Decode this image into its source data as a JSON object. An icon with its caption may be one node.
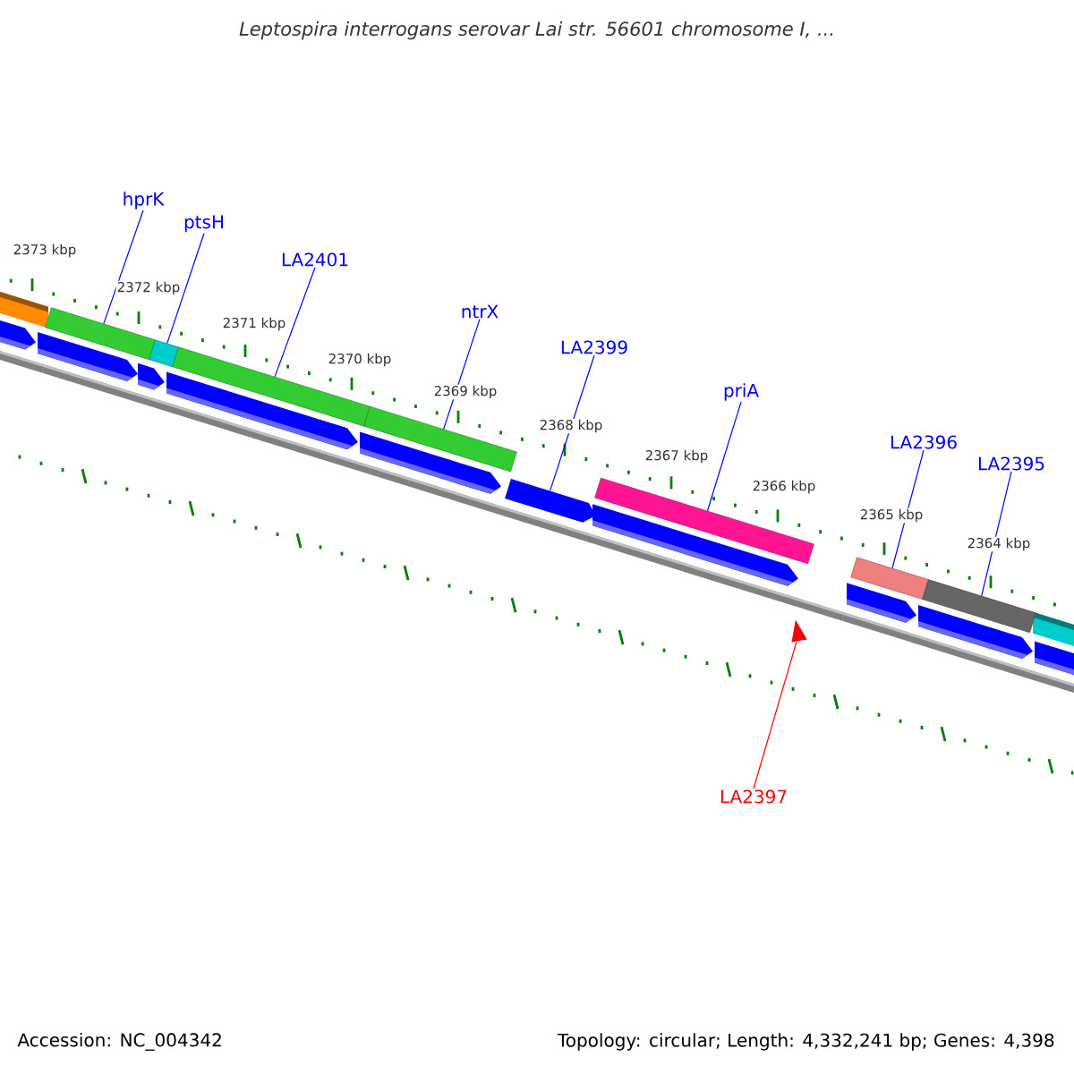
{
  "diagram": {
    "title": "Leptospira interrogans serovar Lai str. 56601 chromosome I, ...",
    "nodes": [
      {
        "text": [
          "hprK"
        ]
      },
      {
        "text": [
          "ptsH"
        ]
      },
      {
        "text": [
          "LA2401"
        ]
      },
      {
        "text": [
          "ntrX"
        ]
      },
      {
        "text": [
          "LA2399"
        ]
      },
      {
        "text": [
          "priA"
        ]
      },
      {
        "text": [
          "LA2396"
        ]
      },
      {
        "text": [
          "LA2395"
        ]
      },
      {
        "text": [
          "LA2397"
        ]
      },
      {
        "text": [],
        "shape": "bar"
      },
      {
        "text": [],
        "shape": "bar"
      },
      {
        "text": [],
        "shape": "bar"
      },
      {
        "text": [],
        "shape": "bar"
      },
      {
        "text": [],
        "shape": "arrow"
      },
      {
        "text": [],
        "shape": "bar"
      },
      {
        "text": [],
        "shape": "bar"
      },
      {
        "text": [],
        "shape": "bar"
      },
      {
        "text": [],
        "shape": "triangle"
      }
    ],
    "edges": [
      {
        "from": 0,
        "to": 9,
        "arrow": "none"
      },
      {
        "from": 1,
        "to": 10,
        "arrow": "none"
      },
      {
        "from": 2,
        "to": 11,
        "arrow": "none"
      },
      {
        "from": 3,
        "to": 12,
        "arrow": "none"
      },
      {
        "from": 4,
        "to": 13,
        "arrow": "none"
      },
      {
        "from": 5,
        "to": 14,
        "arrow": "none"
      },
      {
        "from": 6,
        "to": 15,
        "arrow": "none"
      },
      {
        "from": 7,
        "to": 16,
        "arrow": "none"
      },
      {
        "from": 8,
        "to": 17,
        "arrow": "none",
        "color": "#ff0000"
      }
    ],
    "labels": [
      "2373 kbp",
      "2372 kbp",
      "2371 kbp",
      "2370 kbp",
      "2369 kbp",
      "2368 kbp",
      "2367 kbp",
      "2366 kbp",
      "2365 kbp",
      "2364 kbp",
      "Accession: NC_004342",
      "Topology: circular; Length: 4,332,241 bp; Genes: 4,398"
    ]
  }
}
